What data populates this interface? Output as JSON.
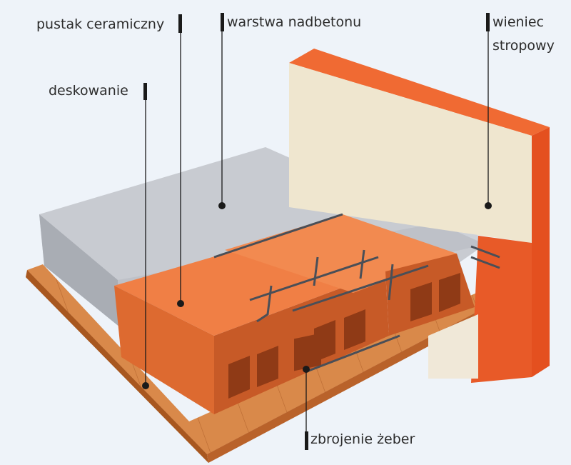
{
  "labels": {
    "pustak": "pustak ceramiczny",
    "nadbeton": "warstwa nadbetonu",
    "wieniec_1": "wieniec",
    "wieniec_2": "stropowy",
    "deskowanie": "deskowanie",
    "zbrojenie": "zbrojenie żeber"
  },
  "colors": {
    "background": "#eef3f9",
    "formwork": "#d9894a",
    "concrete_top": "#c8cbd1",
    "concrete_side": "#a9adb4",
    "block": "#e8713a",
    "block_shadow": "#c75a27",
    "ring_beam": "#e4501f",
    "wall_face": "#efe6cf",
    "leader": "#1a1a1a"
  }
}
